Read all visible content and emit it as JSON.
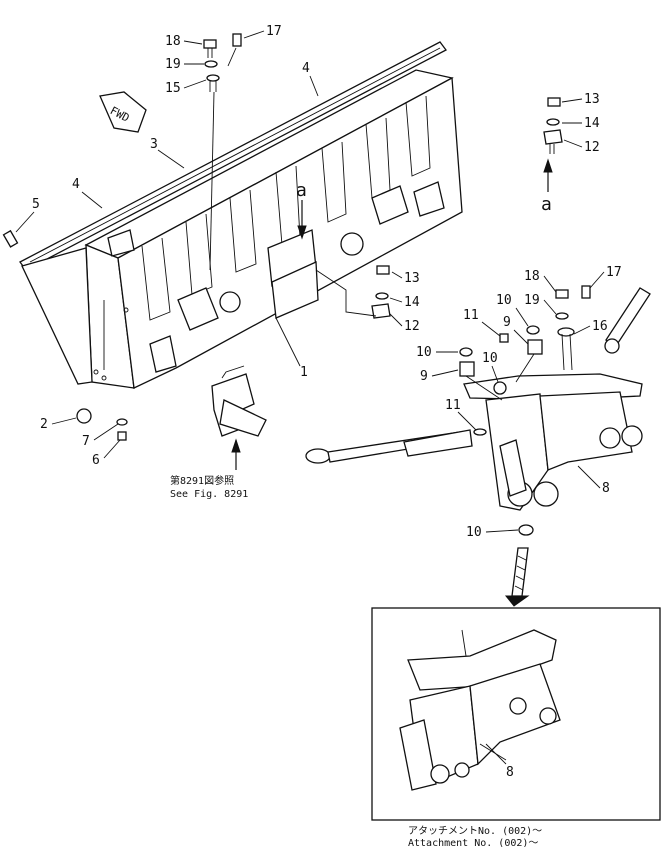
{
  "diagram": {
    "callouts": {
      "c18a": "18",
      "c17a": "17",
      "c19a": "19",
      "c15": "15",
      "c4a": "4",
      "c4b": "4",
      "c3": "3",
      "c5": "5",
      "c13a": "13",
      "c14a": "14",
      "c12a": "12",
      "c13b": "13",
      "c14b": "14",
      "c12b": "12",
      "c18b": "18",
      "c17b": "17",
      "c19b": "19",
      "c16": "16",
      "c10a": "10",
      "c10b": "10",
      "c10c": "10",
      "c10d": "10",
      "c11a": "11",
      "c11b": "11",
      "c9a": "9",
      "c9b": "9",
      "c1": "1",
      "c2": "2",
      "c7": "7",
      "c6": "6",
      "c8a": "8",
      "c8b": "8"
    },
    "ref_a_top": "a",
    "ref_a_right": "a",
    "fwd_label": "FWD",
    "see_fig_jp": "第8291図参照",
    "see_fig_en": "See Fig. 8291",
    "attachment_jp": "アタッチメントNo. (002)～",
    "attachment_en": "Attachment No. (002)～"
  }
}
